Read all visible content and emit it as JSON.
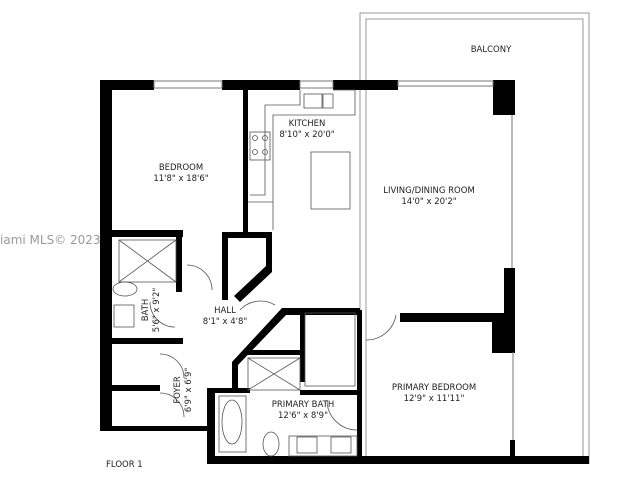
{
  "watermark": "iami MLS© 2023",
  "floor_label": "FLOOR 1",
  "rooms": {
    "balcony": {
      "name": "BALCONY"
    },
    "kitchen": {
      "name": "KITCHEN",
      "size": "8'10\" x 20'0\""
    },
    "bedroom": {
      "name": "BEDROOM",
      "size": "11'8\" x 18'6\""
    },
    "living": {
      "name": "LIVING/DINING ROOM",
      "size": "14'0\" x 20'2\""
    },
    "bath": {
      "name": "BATH",
      "size": "5'6\" x 9'2\""
    },
    "hall": {
      "name": "HALL",
      "size": "8'1\" x 4'8\""
    },
    "foyer": {
      "name": "FOYER",
      "size": "6'9\" x 6'9\""
    },
    "primary_bath": {
      "name": "PRIMARY BATH",
      "size": "12'6\" x 8'9\""
    },
    "primary_bedroom": {
      "name": "PRIMARY BEDROOM",
      "size": "12'9\" x 11'11\""
    }
  }
}
